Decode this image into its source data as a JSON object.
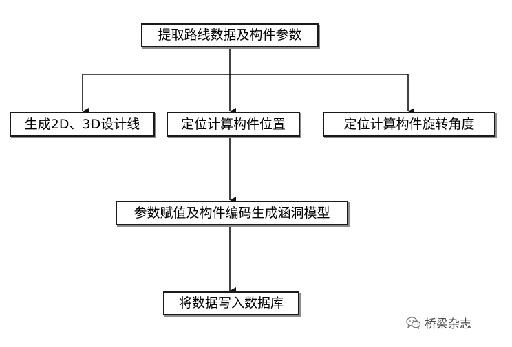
{
  "flowchart": {
    "step_extract": "提取路线数据及构件参数",
    "step_generate_lines": "生成2D、3D设计线",
    "step_locate_position": "定位计算构件位置",
    "step_locate_rotation": "定位计算构件旋转角度",
    "step_build_model": "参数赋值及构件编码生成涵洞模型",
    "step_write_db": "将数据写入数据库"
  },
  "watermark": {
    "icon": "wechat-icon",
    "label": "桥梁杂志"
  }
}
